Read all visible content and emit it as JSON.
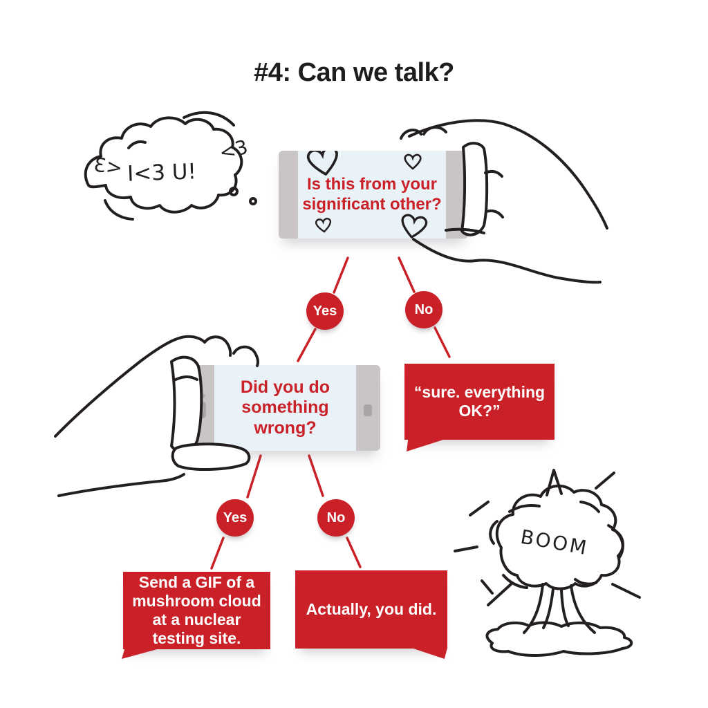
{
  "title": "#4: Can we talk?",
  "phone1": {
    "question": "Is this from your significant other?"
  },
  "phone2": {
    "question": "Did you do something wrong?"
  },
  "branch1": {
    "yes": "Yes",
    "no": "No"
  },
  "branch2": {
    "yes": "Yes",
    "no": "No"
  },
  "bubbles": {
    "sure": "“sure. everything OK?”",
    "gif": "Send a GIF of a mushroom cloud at a nuclear testing site.",
    "actually": "Actually, you did."
  },
  "doodles": {
    "thought_text": "I<3 U!",
    "heart_left": "<3",
    "heart_right": "<3",
    "boom_text": "BOOM",
    "icons": [
      "thought-cloud-icon",
      "heart-icon",
      "hand-icon",
      "mushroom-cloud-icon"
    ]
  },
  "colors": {
    "red": "#ca2128",
    "ink": "#231f20",
    "phone_screen": "#e9f2f7",
    "phone_bezel": "#c9c5c7",
    "background": "#ffffff"
  }
}
